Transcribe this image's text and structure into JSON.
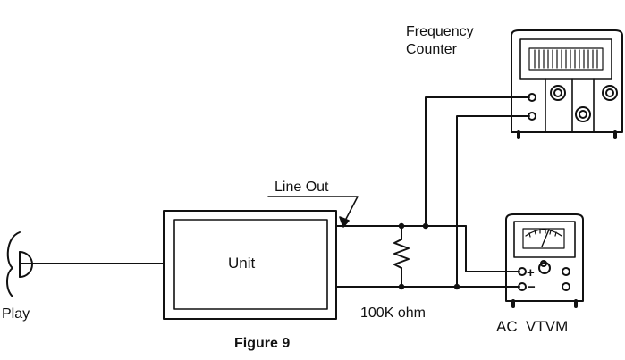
{
  "labels": {
    "counter_line1": "Frequency",
    "counter_line2": "Counter",
    "line_out": "Line Out",
    "unit": "Unit",
    "play": "Play",
    "resistor": "100K ohm",
    "vtvm": "AC  VTVM",
    "plus": "+",
    "minus": "−",
    "figure": "Figure 9"
  }
}
